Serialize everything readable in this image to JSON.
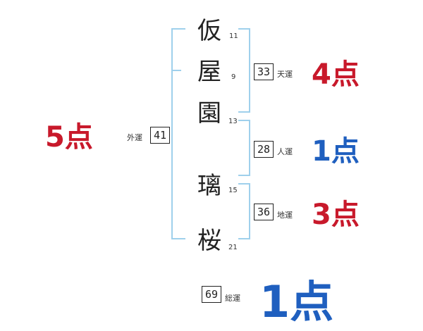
{
  "colors": {
    "red": "#c8192b",
    "blue": "#1f5fbf",
    "bracket": "#9fd0ec"
  },
  "name": [
    {
      "char": "仮",
      "strokes": "11"
    },
    {
      "char": "屋",
      "strokes": "9"
    },
    {
      "char": "園",
      "strokes": "13"
    },
    {
      "char": "璃",
      "strokes": "15"
    },
    {
      "char": "桜",
      "strokes": "21"
    }
  ],
  "gaiun": {
    "label": "外運",
    "value": "41",
    "score": "5点"
  },
  "tenun": {
    "label": "天運",
    "value": "33",
    "score": "4点"
  },
  "jinun": {
    "label": "人運",
    "value": "28",
    "score": "1点"
  },
  "chiun": {
    "label": "地運",
    "value": "36",
    "score": "3点"
  },
  "souun": {
    "label": "総運",
    "value": "69",
    "score": "1点"
  }
}
